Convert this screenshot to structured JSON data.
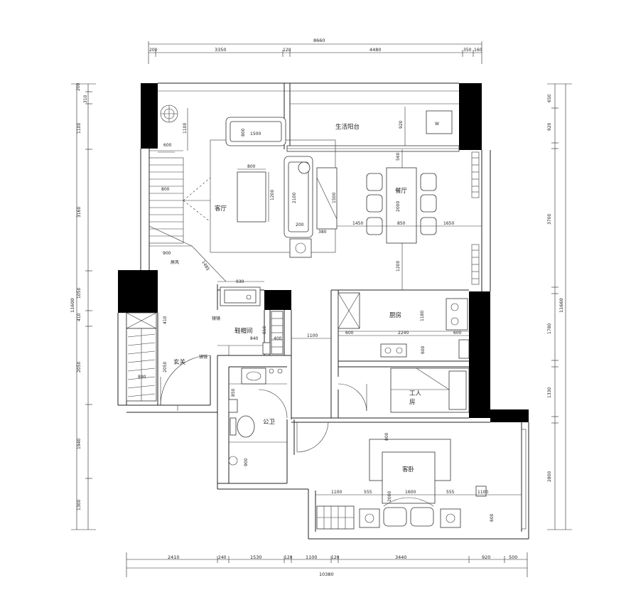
{
  "dimensions": {
    "top_total": "8660",
    "top_segments": [
      "200",
      "3350",
      "120",
      "4480",
      "350",
      "160"
    ],
    "bottom_total": "10380",
    "bottom_segments": [
      "2410",
      "240",
      "1530",
      "120",
      "1100",
      "120",
      "3440",
      "920",
      "500"
    ],
    "left_total": "11600",
    "left_segments": [
      "200",
      "310",
      "1100",
      "3160",
      "1050",
      "410",
      "2050",
      "1940",
      "1300"
    ],
    "right_total": "11660",
    "right_segments": [
      "650",
      "920",
      "3700",
      "1780",
      "1330",
      "2800"
    ]
  },
  "rooms": {
    "living": "客厅",
    "dining": "餐厅",
    "balcony": "生活阳台",
    "kitchen": "厨房",
    "entry": "玄关",
    "shoe_room": "鞋帽间",
    "bathroom": "公卫",
    "maid_room_line1": "工人",
    "maid_room_line2": "房",
    "guest_bedroom": "客卧"
  },
  "labels": {
    "screen": "屏风",
    "mirror_1": "镜镜",
    "mirror_2": "镜镜"
  },
  "annotations": {
    "a600": "600",
    "a1100_stair": "1100",
    "a800_stair": "800",
    "a900_stair": "900",
    "a1485": "1485",
    "a800_table": "800",
    "a1200_table": "1200",
    "a800_sofa": "800",
    "a1500_sofa": "1500",
    "a2100_sofa": "2100",
    "a200_sofa": "200",
    "a380": "380",
    "a1500_tv": "1500",
    "a1450": "1450",
    "a850": "850",
    "a1650": "1650",
    "a560": "560",
    "a2000": "2000",
    "a920_balcony": "920",
    "a1200_dining": "1200",
    "a930": "930",
    "a410": "410",
    "a810": "810",
    "a840": "840",
    "a400": "400",
    "a1100_hall": "1100",
    "a1180": "1180",
    "a600_k1": "600",
    "a2240": "2240",
    "a600_k2": "600",
    "a600_k3": "600",
    "a880": "880",
    "a2050_entry": "2050",
    "a850_bath": "850",
    "a900_bath": "900",
    "a800_bed": "800",
    "a1100_b1": "1100",
    "a555_1": "555",
    "a2000_bed": "2000",
    "a1600": "1600",
    "a555_2": "555",
    "a1100_b2": "1100",
    "a600_bed": "600"
  }
}
